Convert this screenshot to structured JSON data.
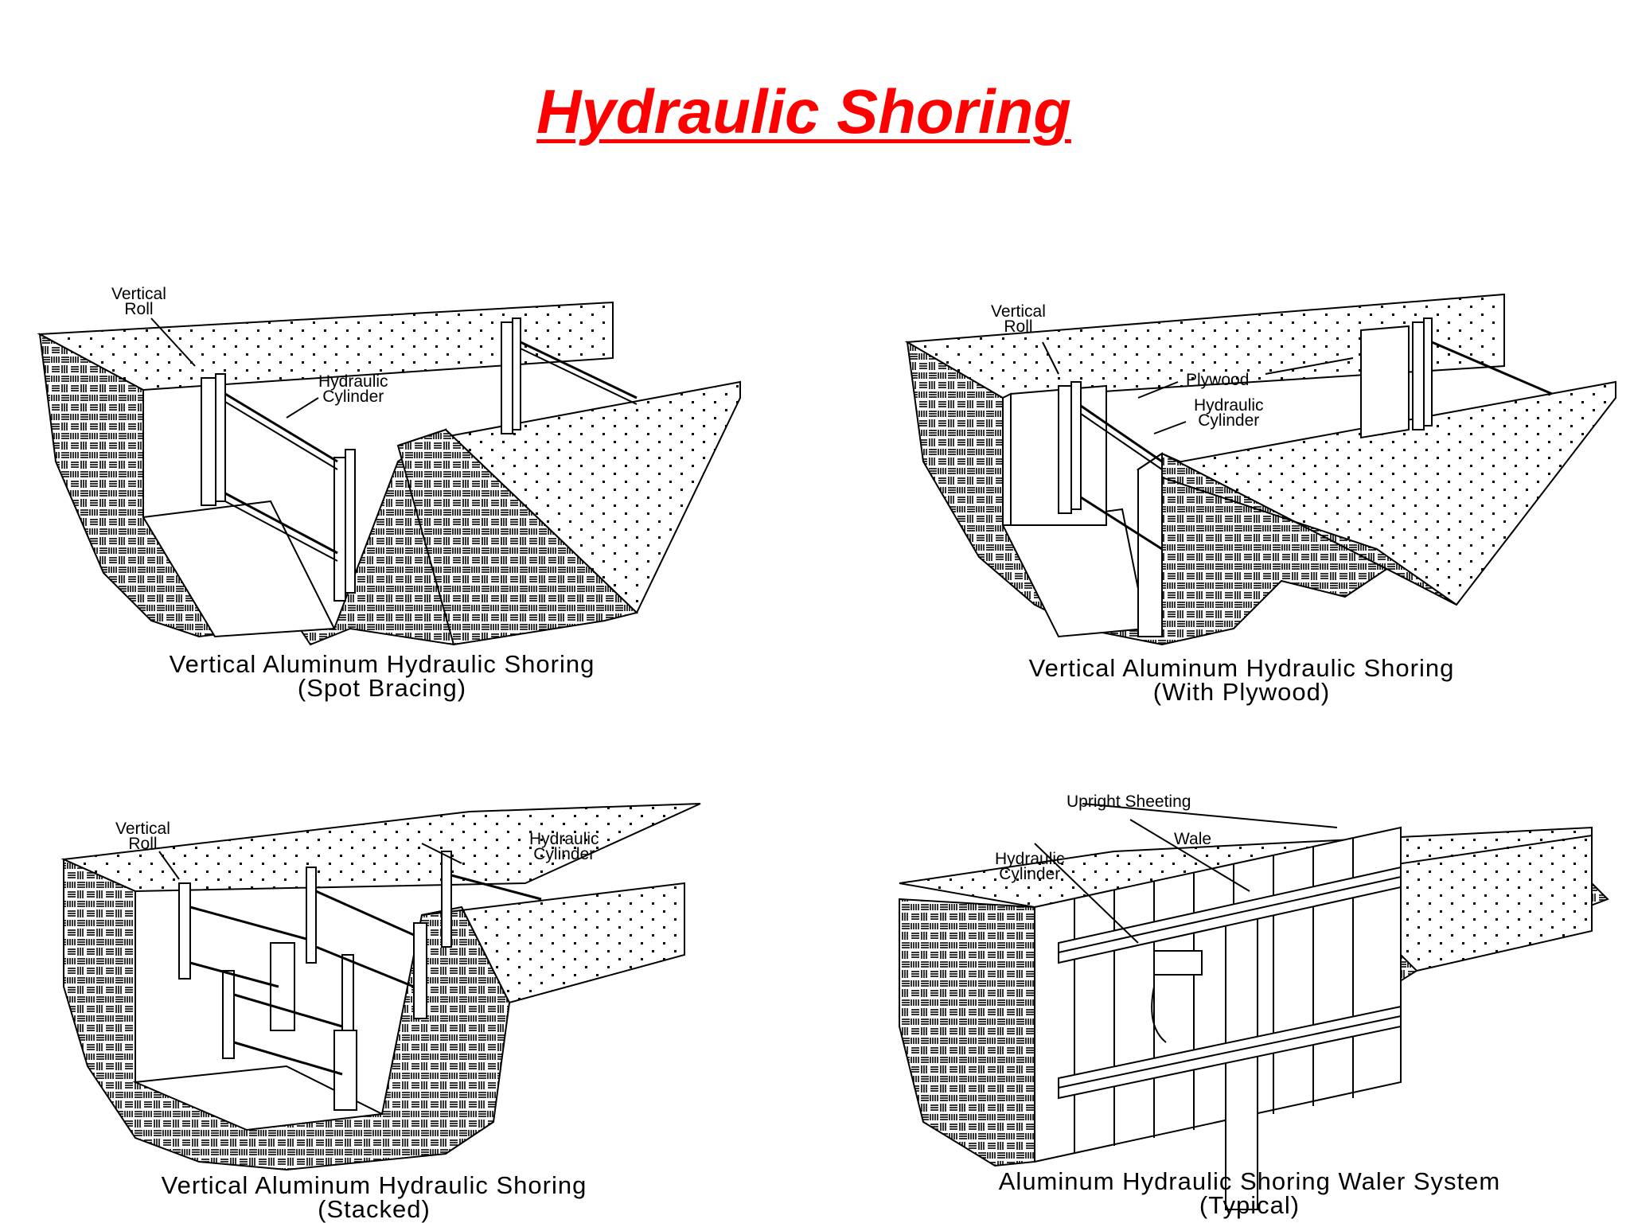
{
  "slide": {
    "title": "Hydraulic Shoring"
  },
  "panels": [
    {
      "labels": {
        "vertical_roll": "Vertical\nRoll",
        "hydraulic_cylinder": "Hydraulic\nCylinder"
      },
      "caption_line1": "Vertical Aluminum Hydraulic Shoring",
      "caption_line2": "(Spot Bracing)"
    },
    {
      "labels": {
        "vertical_roll": "Vertical\nRoll",
        "plywood": "Plywood",
        "hydraulic_cylinder": "Hydraulic\nCylinder"
      },
      "caption_line1": "Vertical Aluminum Hydraulic Shoring",
      "caption_line2": "(With Plywood)"
    },
    {
      "labels": {
        "vertical_roll": "Vertical\nRoll",
        "hydraulic_cylinder": "Hydraulic\nCylinder"
      },
      "caption_line1": "Vertical Aluminum Hydraulic Shoring",
      "caption_line2": "(Stacked)"
    },
    {
      "labels": {
        "upright_sheeting": "Upright Sheeting",
        "wale": "Wale",
        "hydraulic_cylinder": "Hydraulic\nCylinder"
      },
      "caption_line1": "Aluminum Hydraulic Shoring Waler System",
      "caption_line2": "(Typical)"
    }
  ]
}
